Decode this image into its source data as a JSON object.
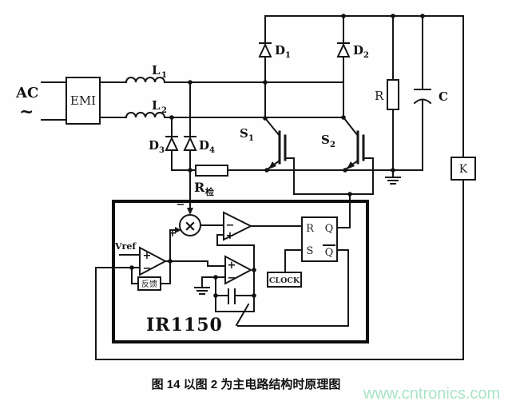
{
  "diagram": {
    "source": {
      "ac": "AC",
      "tilde": "~",
      "emi": "EMI"
    },
    "inductors": {
      "l1": {
        "base": "L",
        "sub": "1"
      },
      "l2": {
        "base": "L",
        "sub": "2"
      }
    },
    "diodes": {
      "d1": {
        "base": "D",
        "sub": "1"
      },
      "d2": {
        "base": "D",
        "sub": "2"
      },
      "d3": {
        "base": "D",
        "sub": "3"
      },
      "d4": {
        "base": "D",
        "sub": "4"
      }
    },
    "switches": {
      "s1": {
        "base": "S",
        "sub": "1"
      },
      "s2": {
        "base": "S",
        "sub": "2"
      }
    },
    "output": {
      "resistor": "R",
      "capacitor": "C",
      "relay": "K"
    },
    "sense_resistor": {
      "base": "R",
      "sub": "检"
    },
    "controller": {
      "chip": "IR1150",
      "vref": "Vref",
      "feedback_box": "反馈",
      "clock": "CLOCK",
      "flipflop": {
        "r": "R",
        "s": "S",
        "q": "Q",
        "q_bar": "Q"
      },
      "signs": {
        "plus": "+",
        "minus": "−",
        "multiply": "×"
      }
    },
    "caption": "图 14  以图 2 为主电路结构时原理图",
    "watermark": "www.cntronics.com",
    "colors": {
      "wire": "#161616",
      "watermark": "#a8e4c6",
      "background": "#ffffff"
    }
  }
}
